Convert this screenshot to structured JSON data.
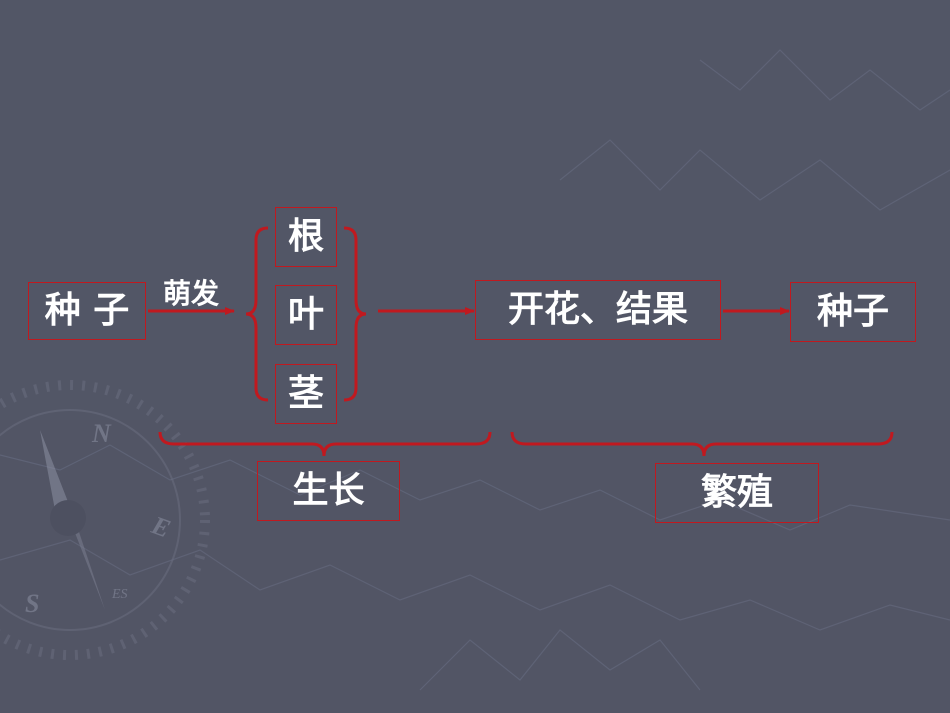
{
  "colors": {
    "background": "#525565",
    "accent_red": "#c0191f",
    "text": "#ffffff"
  },
  "nodes": {
    "seed_start": "种 子",
    "root": "根",
    "leaf": "叶",
    "stem": "茎",
    "flower_fruit": "开花、结果",
    "seed_end": "种子",
    "growth": "生长",
    "reproduction": "繁殖"
  },
  "edges": {
    "germinate": "萌发"
  },
  "decor": {
    "compass_letters": [
      "N",
      "E",
      "S",
      "ES"
    ]
  }
}
